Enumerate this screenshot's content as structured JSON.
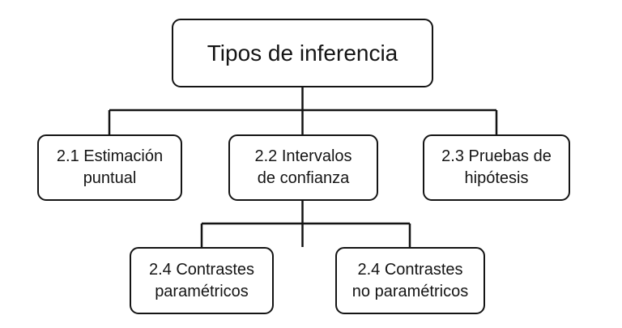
{
  "diagram": {
    "colors": {
      "background": "#ffffff",
      "box_fill": "#ffffff",
      "box_border": "#141414",
      "line": "#141414",
      "text": "#141414"
    },
    "root": {
      "lines": [
        "Tipos de inferencia"
      ]
    },
    "level2": [
      {
        "lines": [
          "2.1 Estimación",
          "puntual"
        ]
      },
      {
        "lines": [
          "2.2 Intervalos",
          "de confianza"
        ]
      },
      {
        "lines": [
          "2.3 Pruebas de",
          "hipótesis"
        ]
      }
    ],
    "level3": [
      {
        "lines": [
          "2.4 Contrastes",
          "paramétricos"
        ]
      },
      {
        "lines": [
          "2.4 Contrastes",
          "no paramétricos"
        ]
      }
    ]
  }
}
